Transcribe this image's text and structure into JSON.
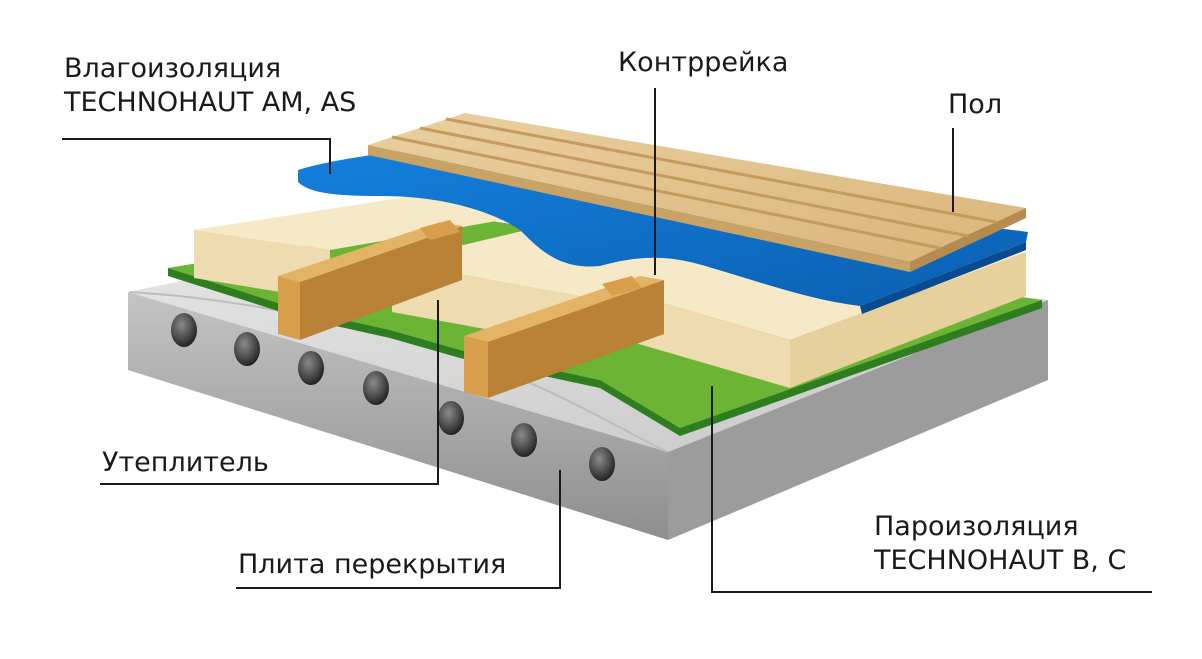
{
  "labels": {
    "waterproofing": {
      "line1": "Влагоизоляция",
      "line2": "TECHNOHAUT AM, AS"
    },
    "counter_batten": "Контррейка",
    "floor": "Пол",
    "insulation": "Утеплитель",
    "slab": "Плита перекрытия",
    "vapor_barrier": {
      "line1": "Пароизоляция",
      "line2": "TECHNOHAUT B, C"
    }
  },
  "colors": {
    "slab_top": "#d9d9d9",
    "slab_side": "#a9a9a9",
    "vapor_barrier": "#5aa52d",
    "insulation": "#f5e7c5",
    "batten": "#d9a453",
    "waterproofing": "#0b6fc8",
    "floor": "#e2c188",
    "leader_line": "#1a1a1a"
  }
}
